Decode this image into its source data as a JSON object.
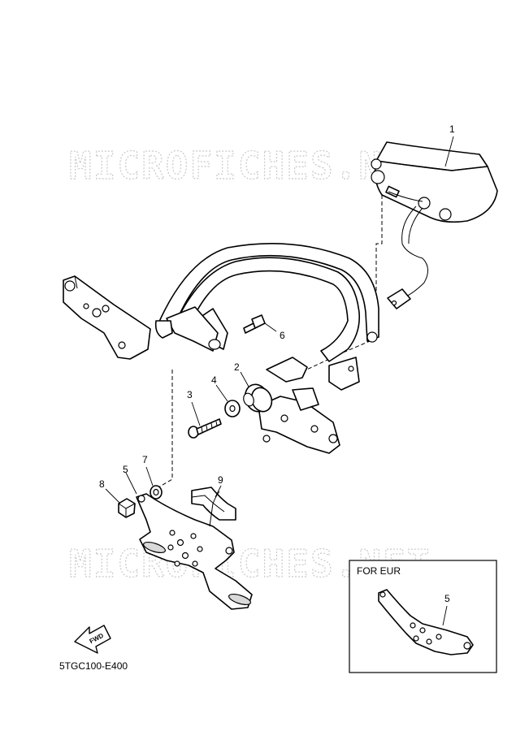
{
  "watermark": "MICROFICHES.NET",
  "callouts": {
    "c1": "1",
    "c2": "2",
    "c3": "3",
    "c4": "4",
    "c5": "5",
    "c6": "6",
    "c7": "7",
    "c8": "8",
    "c9": "9",
    "c5_eur": "5"
  },
  "inset": {
    "title": "FOR EUR"
  },
  "fwd_label": "FWD",
  "diagram_code": "5TGC100-E400"
}
